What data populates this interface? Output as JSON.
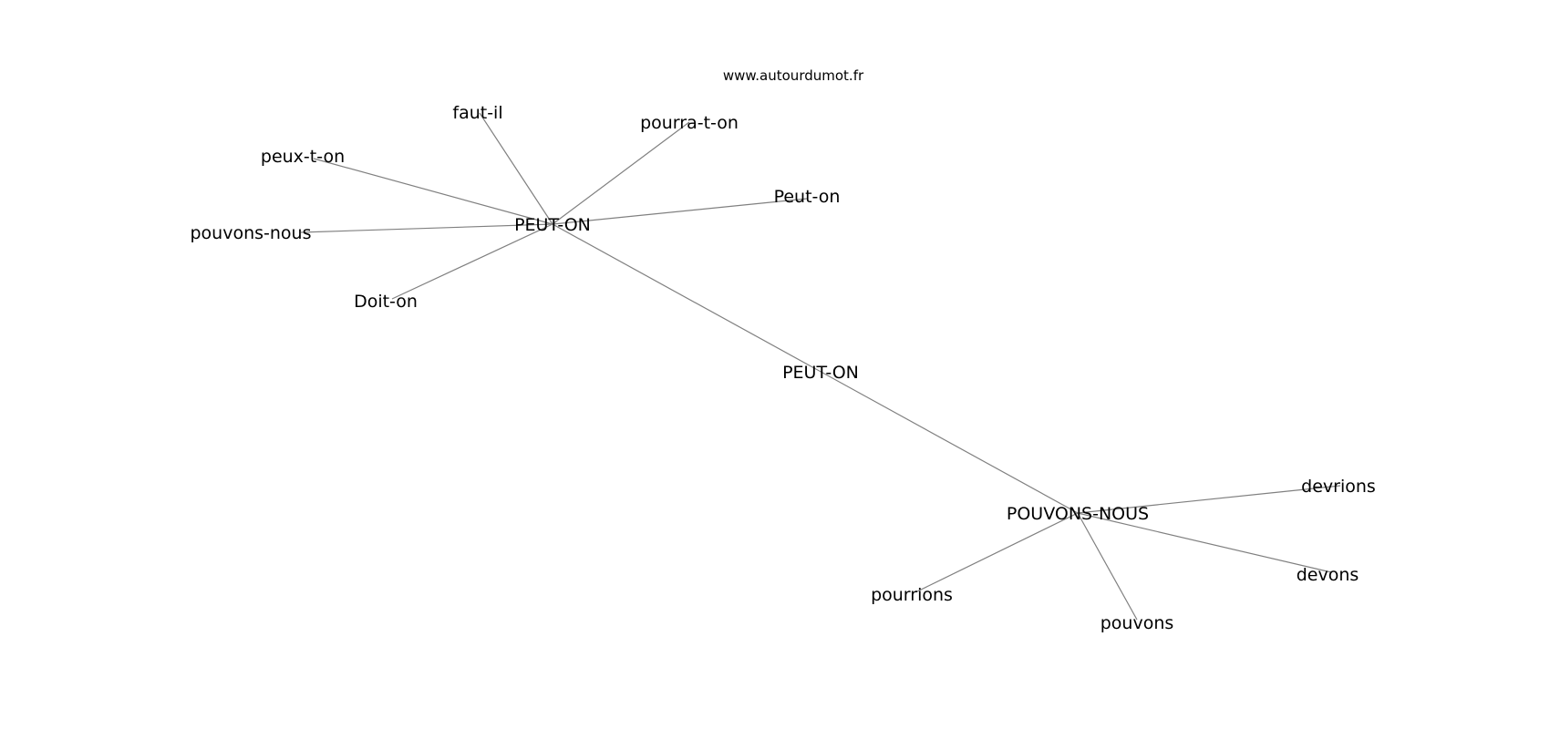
{
  "watermark": "www.autourdumot.fr",
  "graph": {
    "nodes": [
      {
        "id": "peut-on-hub",
        "label": "PEUT-ON"
      },
      {
        "id": "faut-il",
        "label": "faut-il"
      },
      {
        "id": "pourra-t-on",
        "label": "pourra-t-on"
      },
      {
        "id": "peux-t-on",
        "label": "peux-t-on"
      },
      {
        "id": "peut-on-variant",
        "label": "Peut-on"
      },
      {
        "id": "pouvons-nous-lower",
        "label": "pouvons-nous"
      },
      {
        "id": "doit-on",
        "label": "Doit-on"
      },
      {
        "id": "peut-on-center",
        "label": "PEUT-ON"
      },
      {
        "id": "pouvons-nous-hub",
        "label": "POUVONS-NOUS"
      },
      {
        "id": "devrions",
        "label": "devrions"
      },
      {
        "id": "devons",
        "label": "devons"
      },
      {
        "id": "pourrions",
        "label": "pourrions"
      },
      {
        "id": "pouvons",
        "label": "pouvons"
      }
    ],
    "edges": [
      {
        "from": "peut-on-hub",
        "to": "faut-il"
      },
      {
        "from": "peut-on-hub",
        "to": "pourra-t-on"
      },
      {
        "from": "peut-on-hub",
        "to": "peux-t-on"
      },
      {
        "from": "peut-on-hub",
        "to": "peut-on-variant"
      },
      {
        "from": "peut-on-hub",
        "to": "pouvons-nous-lower"
      },
      {
        "from": "peut-on-hub",
        "to": "doit-on"
      },
      {
        "from": "peut-on-hub",
        "to": "pouvons-nous-hub"
      },
      {
        "from": "pouvons-nous-hub",
        "to": "devrions"
      },
      {
        "from": "pouvons-nous-hub",
        "to": "devons"
      },
      {
        "from": "pouvons-nous-hub",
        "to": "pourrions"
      },
      {
        "from": "pouvons-nous-hub",
        "to": "pouvons"
      }
    ]
  }
}
